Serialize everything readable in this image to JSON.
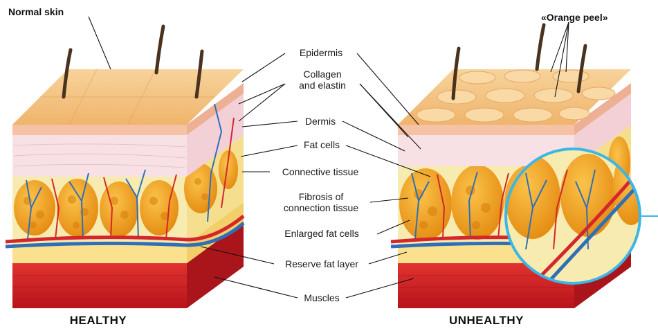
{
  "titles": {
    "normal_skin": "Normal skin",
    "orange_peel": "«Orange peel»"
  },
  "labels": {
    "epidermis": "Epidermis",
    "collagen_1": "Collagen",
    "collagen_2": "and elastin",
    "dermis": "Dermis",
    "fat_cells": "Fat cells",
    "connective_tissue": "Connective tissue",
    "fibrosis_1": "Fibrosis of",
    "fibrosis_2": "connection tissue",
    "enlarged_fat_cells": "Enlarged fat cells",
    "reserve_fat_layer": "Reserve fat layer",
    "muscles": "Muscles"
  },
  "captions": {
    "healthy": "HEALTHY",
    "unhealthy": "UNHEALTHY"
  },
  "colors": {
    "skin_top": "#f6c889",
    "skin_side": "#f2b872",
    "dermis": "#f7dde1",
    "fat_bg": "#f7e79a",
    "fat_cell": "#f4a21c",
    "fat_cell_dark": "#e38a12",
    "reserve_fat": "#fbe08d",
    "muscle": "#d8232a",
    "muscle_dark": "#b8151c",
    "vein": "#2f6fb8",
    "artery": "#d3262d",
    "hair": "#4a3220",
    "lens_ring": "#3bb6e6"
  }
}
